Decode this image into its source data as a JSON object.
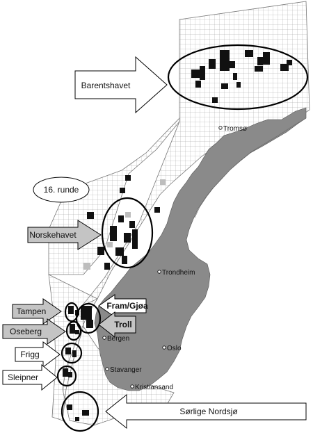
{
  "map": {
    "cities": [
      {
        "id": "tromso",
        "name": "Tromsø"
      },
      {
        "id": "trondheim",
        "name": "Trondheim"
      },
      {
        "id": "bergen",
        "name": "Bergen"
      },
      {
        "id": "oslo",
        "name": "Oslo"
      },
      {
        "id": "stavanger",
        "name": "Stavanger"
      },
      {
        "id": "kristiansand",
        "name": "Kristiansand"
      }
    ],
    "callouts": {
      "barentshavet": "Barentshavet",
      "runde16": "16. runde",
      "norskehavet": "Norskehavet",
      "tampen": "Tampen",
      "oseberg": "Oseberg",
      "frigg": "Frigg",
      "sleipner": "Sleipner",
      "fram_gjoa": "Fram/Gjøa",
      "troll": "Troll",
      "sorlige_nordsjo": "Sørlige Nordsjø"
    },
    "colors": {
      "land": "#8a8a8a",
      "grid": "#9a9a9a",
      "block": "#111111",
      "arrow_gray": "#c4c4c4",
      "arrow_white": "#ffffff"
    }
  }
}
